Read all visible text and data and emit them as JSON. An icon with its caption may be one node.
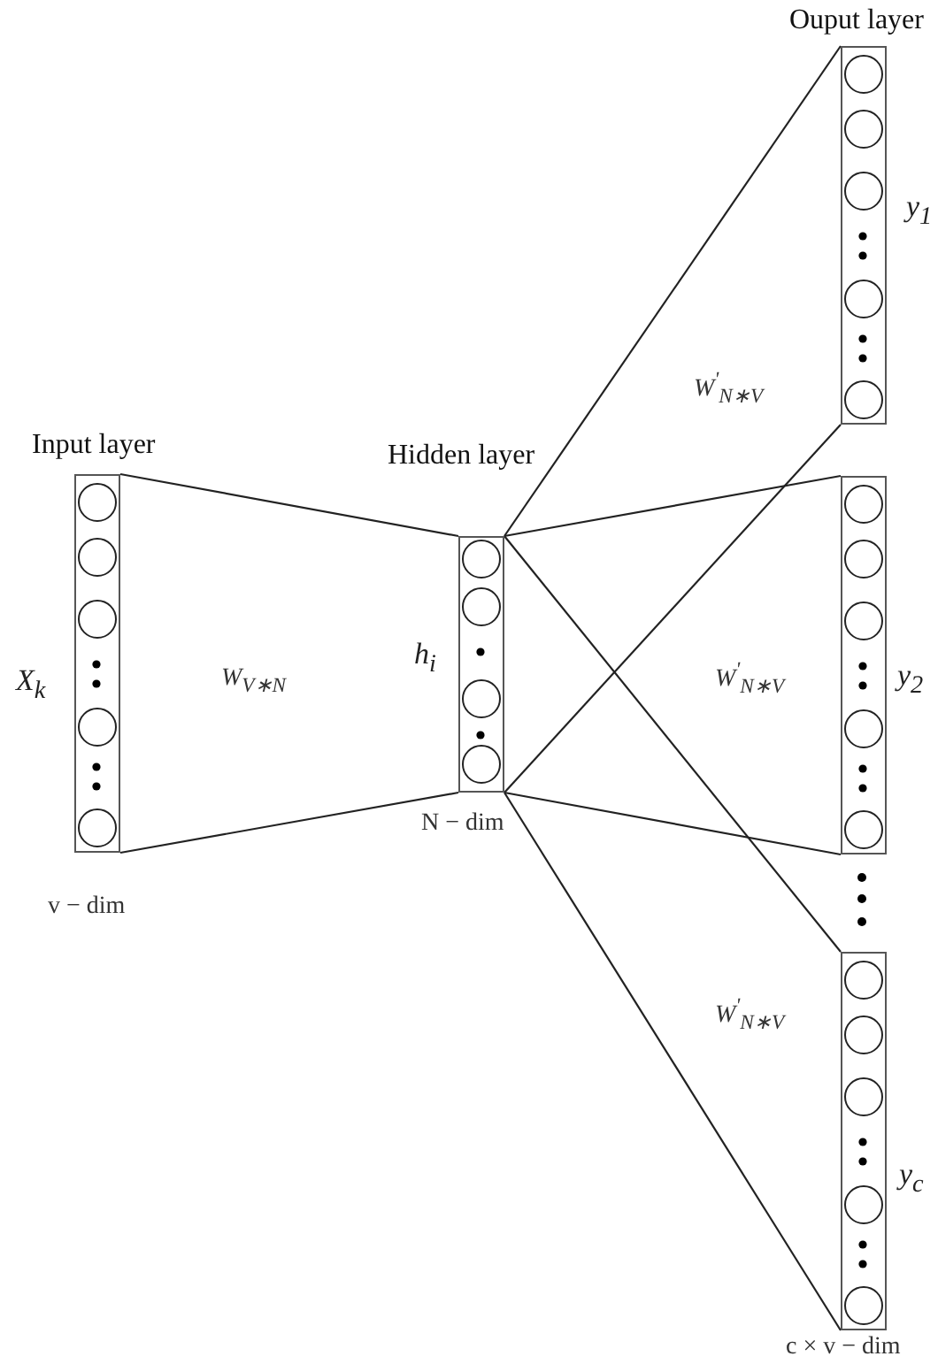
{
  "diagram": {
    "nodes": [
      {
        "text": [
          "Input layer"
        ],
        "beside": [
          "X$_{k}$",
          "v − dim"
        ]
      },
      {
        "text": [],
        "shape": "circle",
        "in": 0
      },
      {
        "text": [],
        "shape": "circle",
        "in": 0
      },
      {
        "text": [],
        "shape": "circle",
        "in": 0
      },
      {
        "text": [],
        "shape": "circle",
        "in": 0
      },
      {
        "text": [],
        "shape": "circle",
        "in": 0
      },
      {
        "text": [
          "Hidden layer"
        ],
        "beside": [
          "h$_{i}$",
          "N − dim"
        ]
      },
      {
        "text": [],
        "shape": "circle",
        "in": 6
      },
      {
        "text": [],
        "shape": "circle",
        "in": 6
      },
      {
        "text": [],
        "shape": "circle",
        "in": 6
      },
      {
        "text": [],
        "shape": "circle",
        "in": 6
      },
      {
        "text": [
          "Ouput layer"
        ],
        "beside": [
          "y$_{1}$"
        ]
      },
      {
        "text": [],
        "shape": "circle",
        "in": 11
      },
      {
        "text": [],
        "shape": "circle",
        "in": 11
      },
      {
        "text": [],
        "shape": "circle",
        "in": 11
      },
      {
        "text": [],
        "shape": "circle",
        "in": 11
      },
      {
        "text": [],
        "shape": "circle",
        "in": 11
      },
      {
        "text": [],
        "shape": "box",
        "beside": [
          "y$_{2}$"
        ]
      },
      {
        "text": [],
        "shape": "circle",
        "in": 17
      },
      {
        "text": [],
        "shape": "circle",
        "in": 17
      },
      {
        "text": [],
        "shape": "circle",
        "in": 17
      },
      {
        "text": [],
        "shape": "circle",
        "in": 17
      },
      {
        "text": [],
        "shape": "circle",
        "in": 17
      },
      {
        "text": [],
        "shape": "box",
        "beside": [
          "y$_{c}$",
          "c × v − dim"
        ]
      },
      {
        "text": [],
        "shape": "circle",
        "in": 23
      },
      {
        "text": [],
        "shape": "circle",
        "in": 23
      },
      {
        "text": [],
        "shape": "circle",
        "in": 23
      },
      {
        "text": [],
        "shape": "circle",
        "in": 23
      },
      {
        "text": [],
        "shape": "circle",
        "in": 23
      }
    ],
    "edges": [
      {
        "from": 0,
        "to": 6,
        "arrow": "none"
      },
      {
        "from": 0,
        "to": 6,
        "arrow": "none"
      },
      {
        "from": 6,
        "to": 11,
        "arrow": "none"
      },
      {
        "from": 6,
        "to": 11,
        "arrow": "none"
      },
      {
        "from": 6,
        "to": 17,
        "arrow": "none"
      },
      {
        "from": 6,
        "to": 17,
        "arrow": "none"
      },
      {
        "from": 6,
        "to": 23,
        "arrow": "none"
      },
      {
        "from": 6,
        "to": 23,
        "arrow": "none"
      }
    ],
    "labels": [
      "W$_{V∗N}$",
      "W$^{'}$$_{N∗V}$",
      "W$^{'}$$_{N∗V}$",
      "W$^{'}$$_{N∗V}$"
    ]
  }
}
